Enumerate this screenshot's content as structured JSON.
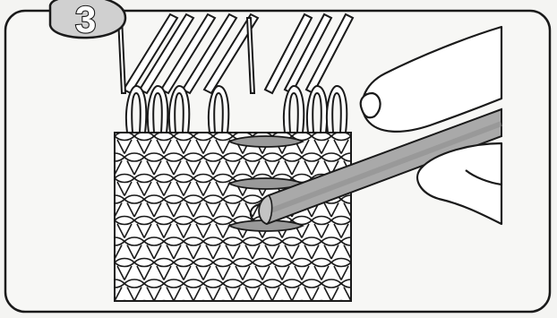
{
  "step": {
    "number": "3"
  },
  "colors": {
    "page": "#f4f4f2",
    "panel": "#f7f7f5",
    "outline": "#1a1a1a",
    "badge": "#d0d0d0",
    "hook": "#a9a9a9",
    "hook_shade": "#8a8a8a",
    "hook_tip": "#c4c4c4",
    "dropped_strand": "#9a9a9a",
    "skin": "#ffffff"
  },
  "icons": [
    "step-number-badge",
    "knitting-needle",
    "crochet-hook",
    "hand",
    "knitted-fabric",
    "stitch-loop"
  ]
}
